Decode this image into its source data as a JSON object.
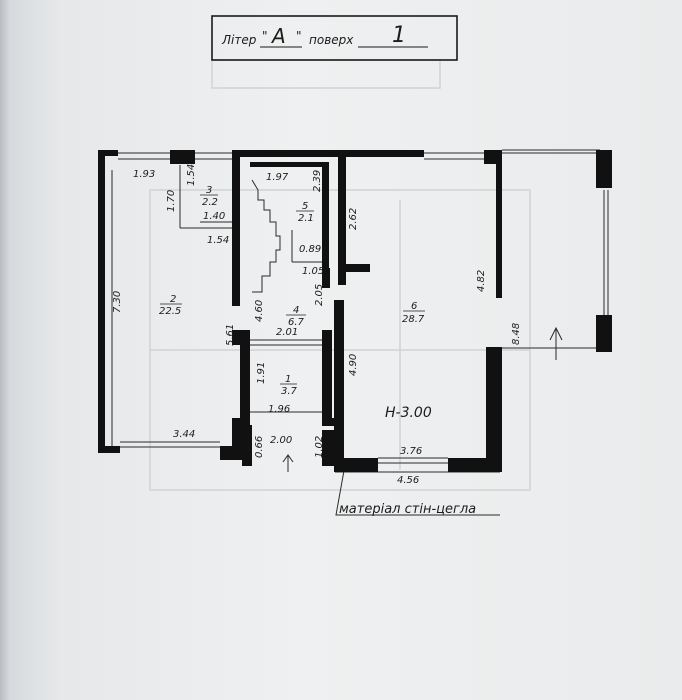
{
  "title": {
    "liter_label": "Літер",
    "liter_value": "А",
    "floor_label": "поверх",
    "floor_value": "1",
    "quote_open": "\"",
    "quote_close": "\""
  },
  "rooms": [
    {
      "number": "1",
      "area": "3.7"
    },
    {
      "number": "2",
      "area": "22.5"
    },
    {
      "number": "3",
      "area": "2.2"
    },
    {
      "number": "4",
      "area": "6.7"
    },
    {
      "number": "5",
      "area": "2.1"
    },
    {
      "number": "6",
      "area": "28.7"
    }
  ],
  "dimensions": {
    "r2_top": "1.93",
    "r2_height": "7.30",
    "r2_bottom": "3.44",
    "r3_left": "1.70",
    "r3_right": "1.54",
    "r3_mid": "1.40",
    "r3_bottom": "1.54",
    "r5_top": "1.97",
    "r5_right": "2.39",
    "r5_mid": "0.89",
    "r5_low": "1.05",
    "r6_left_upper": "2.62",
    "r4_left": "4.60",
    "r4_right": "2.05",
    "r4_width": "2.01",
    "corridor_height": "5.61",
    "r1_height": "1.91",
    "r1_width": "1.96",
    "entry_width": "2.00",
    "entry_left": "0.66",
    "entry_right": "1.02",
    "r6_left_lower": "4.90",
    "r6_right": "4.82",
    "r6_bottom_inner": "3.76",
    "r6_bottom_outer": "4.56",
    "porch_depth": "8.48"
  },
  "height_note": "Н-3.00",
  "material_note": "матеріал стін-цегла"
}
